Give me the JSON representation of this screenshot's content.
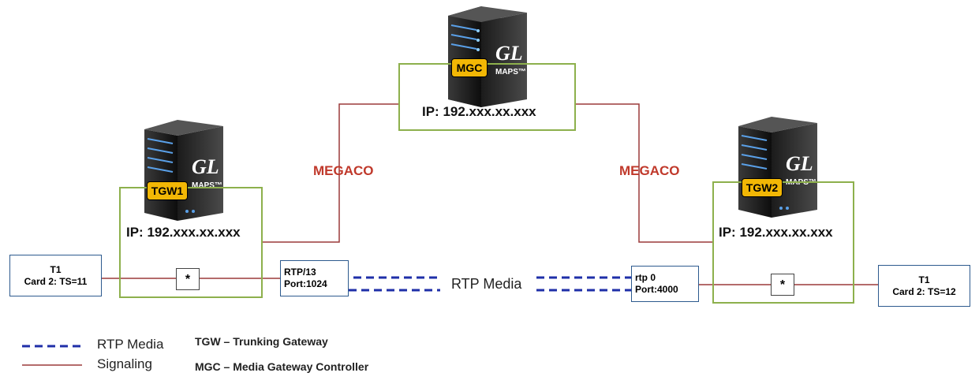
{
  "servers": {
    "mgc": {
      "tag": "MGC",
      "ip": "IP: 192.xxx.xx.xxx",
      "logo_main": "GL",
      "logo_sub": "MAPS™"
    },
    "tgw1": {
      "tag": "TGW1",
      "ip": "IP: 192.xxx.xx.xxx",
      "logo_main": "GL",
      "logo_sub": "MAPS™"
    },
    "tgw2": {
      "tag": "TGW2",
      "ip": "IP: 192.xxx.xx.xxx",
      "logo_main": "GL",
      "logo_sub": "MAPS™"
    }
  },
  "links": {
    "left_protocol": "MEGACO",
    "right_protocol": "MEGACO",
    "media_label": "RTP Media"
  },
  "endpoints": {
    "left_t1": {
      "line1": "T1",
      "line2": "Card 2: TS=11"
    },
    "right_t1": {
      "line1": "T1",
      "line2": "Card 2: TS=12"
    },
    "left_rtp": {
      "line1": "RTP/13",
      "line2": "Port:1024"
    },
    "right_rtp": {
      "line1": "rtp 0",
      "line2": "Port:4000"
    },
    "star": "*"
  },
  "legend": {
    "rtp_media": "RTP Media",
    "signaling": "Signaling",
    "tgw_def": "TGW – Trunking Gateway",
    "mgc_def": "MGC – Media Gateway Controller"
  },
  "colors": {
    "signaling": "#9b3a3a",
    "rtp": "#1f2fa8",
    "box_border": "#8db04c",
    "protocol_text": "#c0392b",
    "tag_fill": "#f2b705"
  }
}
